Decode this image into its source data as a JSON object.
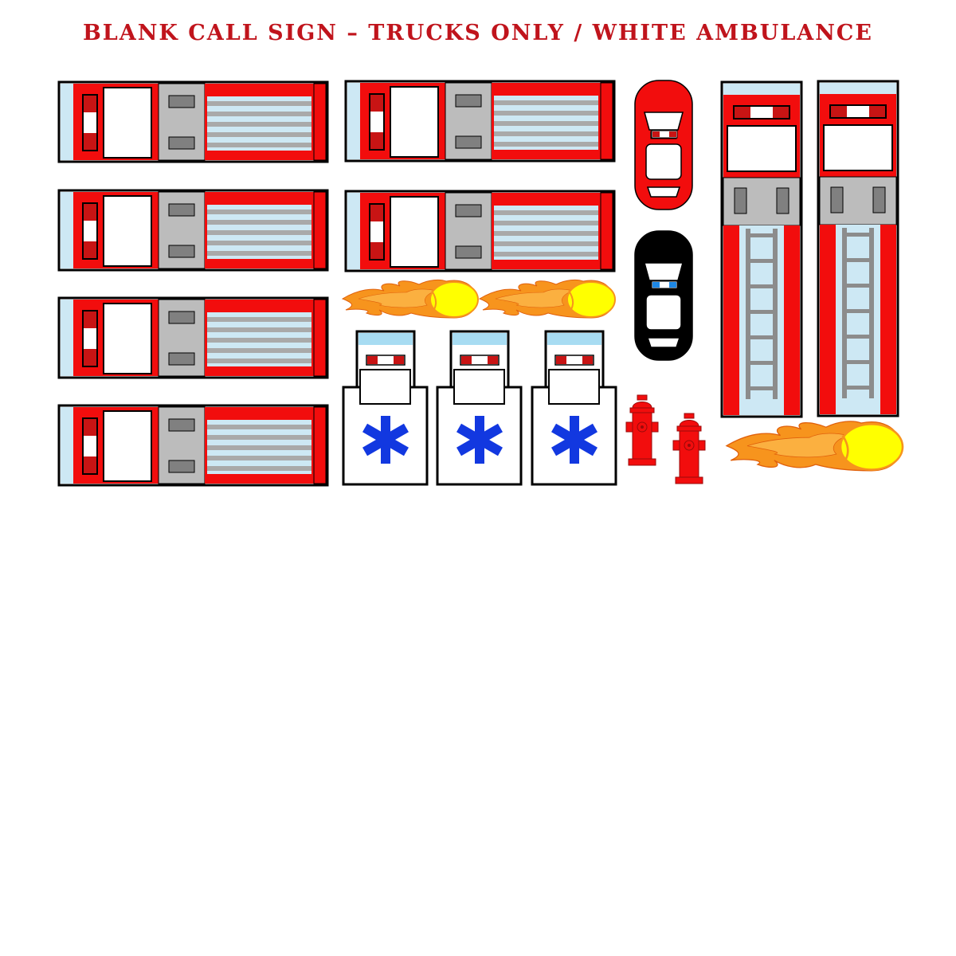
{
  "header": {
    "title": "BLANK CALL SIGN – TRUCKS ONLY / WHITE AMBULANCE"
  },
  "colors": {
    "title": "#c0141c",
    "truck_red": "#f20d0d",
    "outline": "#000000",
    "window_blue": "#cde8f4",
    "panel_gray": "#bcbcbc",
    "vent_gray": "#808080",
    "light_red": "#c81414",
    "ambulance_cap": "#a8dcf2",
    "star_of_life": "#1238e0",
    "police_black": "#000000",
    "police_light": "#1e88e5",
    "flame_core": "#ffff00",
    "flame_orange": "#f7941d"
  },
  "stickers": {
    "side_engines": 6,
    "ladder_trucks": 2,
    "ambulances": 3,
    "chief_car": 1,
    "police_car": 1,
    "hydrants": 2,
    "flames": 3
  },
  "icons": {
    "engine": "fire-engine-sideview-icon",
    "ladder": "ladder-truck-topview-icon",
    "ambulance": "star-of-life-icon",
    "car": "car-topview-icon",
    "hydrant": "fire-hydrant-icon",
    "flame": "flame-icon"
  }
}
